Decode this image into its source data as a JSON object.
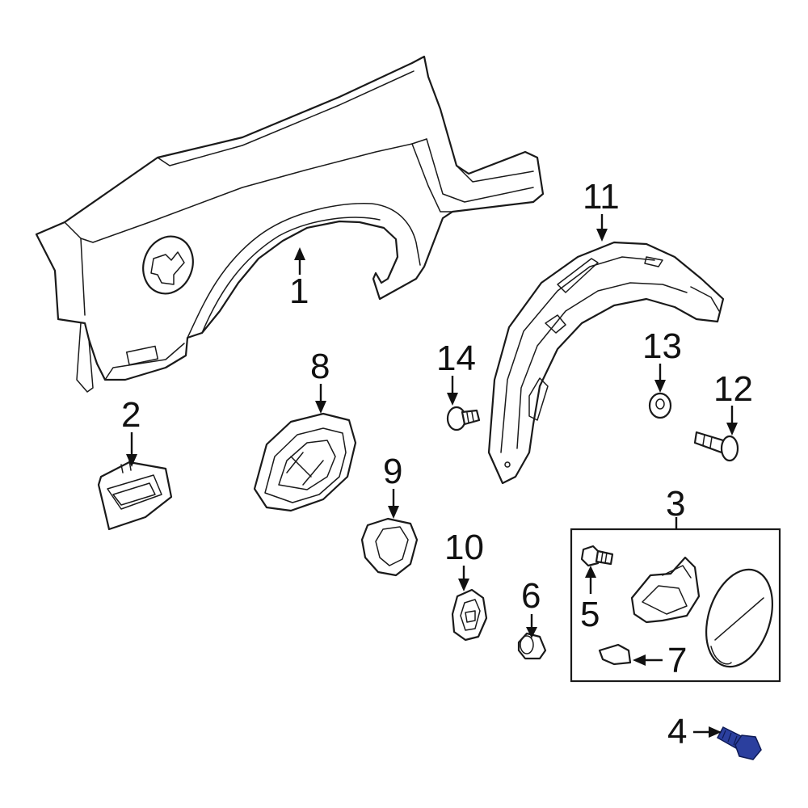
{
  "callouts": {
    "c1": "1",
    "c2": "2",
    "c3": "3",
    "c4": "4",
    "c5": "5",
    "c6": "6",
    "c7": "7",
    "c8": "8",
    "c9": "9",
    "c10": "10",
    "c11": "11",
    "c12": "12",
    "c13": "13",
    "c14": "14"
  },
  "colors": {
    "highlight_part": "#2b3f9e",
    "line": "#1a1a1a"
  }
}
